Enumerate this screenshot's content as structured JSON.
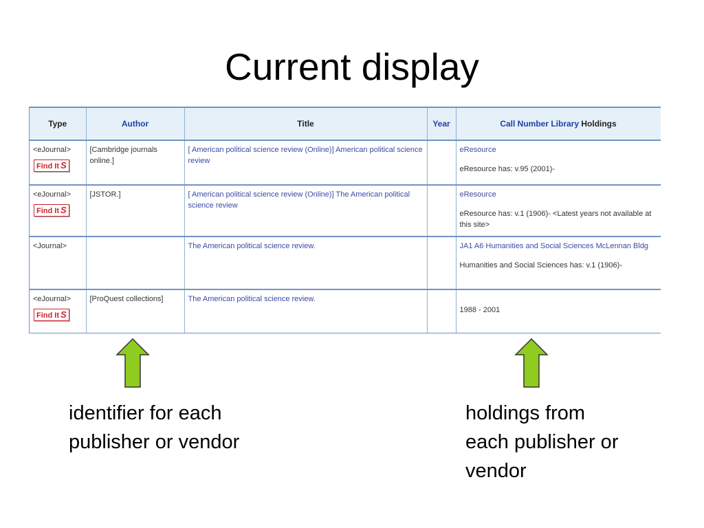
{
  "slide": {
    "title": "Current display"
  },
  "table": {
    "headers": {
      "type": "Type",
      "author": "Author",
      "title": "Title",
      "year": "Year",
      "holdings_part1": "Call Number Library",
      "holdings_part2": "Holdings"
    },
    "find_it_label": "Find It",
    "find_it_logo": "S",
    "rows": [
      {
        "type": "<eJournal>",
        "author": "[Cambridge journals online.]",
        "title": "[ American political science review (Online)] American political science review",
        "year": "",
        "holding_link": "eResource",
        "holding_note": "eResource has: v.95 (2001)-"
      },
      {
        "type": "<eJournal>",
        "author": "[JSTOR.]",
        "title": "[ American political science review (Online)] The American political science review",
        "year": "",
        "holding_link": "eResource",
        "holding_note": "eResource has: v.1 (1906)- <Latest years not available at this site>"
      },
      {
        "type": "<Journal>",
        "author": "",
        "title": "The American political science review.",
        "year": "",
        "holding_link": "JA1 A6 Humanities and Social Sciences McLennan Bldg",
        "holding_note": "Humanities and Social Sciences has: v.1 (1906)-"
      },
      {
        "type": "<eJournal>",
        "author": "[ProQuest collections]",
        "title": "The American political science review.",
        "year": "",
        "holding_link": "",
        "holding_note": "1988 - 2001"
      }
    ]
  },
  "annotations": {
    "left_caption_line1": "identifier for each",
    "left_caption_line2": "publisher or vendor",
    "right_caption_line1": "holdings from",
    "right_caption_line2": "each publisher or",
    "right_caption_line3": "vendor",
    "arrow_color": "#8fcc1f"
  }
}
